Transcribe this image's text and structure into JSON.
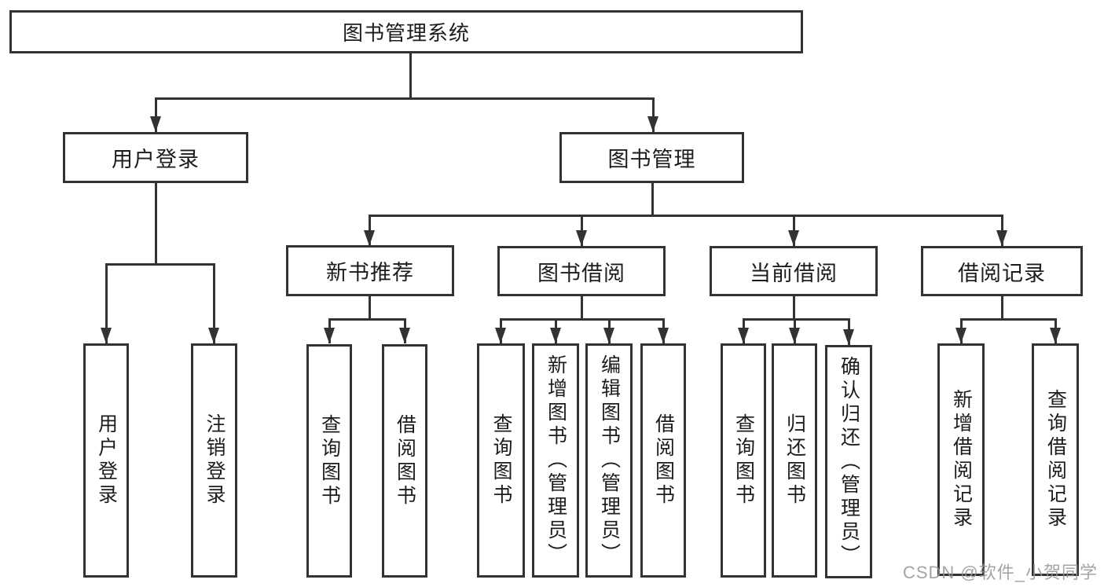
{
  "tree": {
    "label": "图书管理系统",
    "children": [
      {
        "label": "用户登录",
        "children": [
          {
            "label": "用户登录"
          },
          {
            "label": "注销登录"
          }
        ]
      },
      {
        "label": "图书管理",
        "children": [
          {
            "label": "新书推荐",
            "children": [
              {
                "label": "查询图书"
              },
              {
                "label": "借阅图书"
              }
            ]
          },
          {
            "label": "图书借阅",
            "children": [
              {
                "label": "查询图书"
              },
              {
                "label": "新增图书（管理员）"
              },
              {
                "label": "编辑图书（管理员）"
              },
              {
                "label": "借阅图书"
              }
            ]
          },
          {
            "label": "当前借阅",
            "children": [
              {
                "label": "查询图书"
              },
              {
                "label": "归还图书"
              },
              {
                "label": "确认归还（管理员）"
              }
            ]
          },
          {
            "label": "借阅记录",
            "children": [
              {
                "label": "新增借阅记录"
              },
              {
                "label": "查询借阅记录"
              }
            ]
          }
        ]
      }
    ]
  },
  "watermark": {
    "text": "CSDN @软件_小贺同学"
  },
  "colors": {
    "line": "#333333",
    "node_border": "#333333",
    "text": "#1c1c1c",
    "background": "#ffffff",
    "watermark": "#949494"
  }
}
